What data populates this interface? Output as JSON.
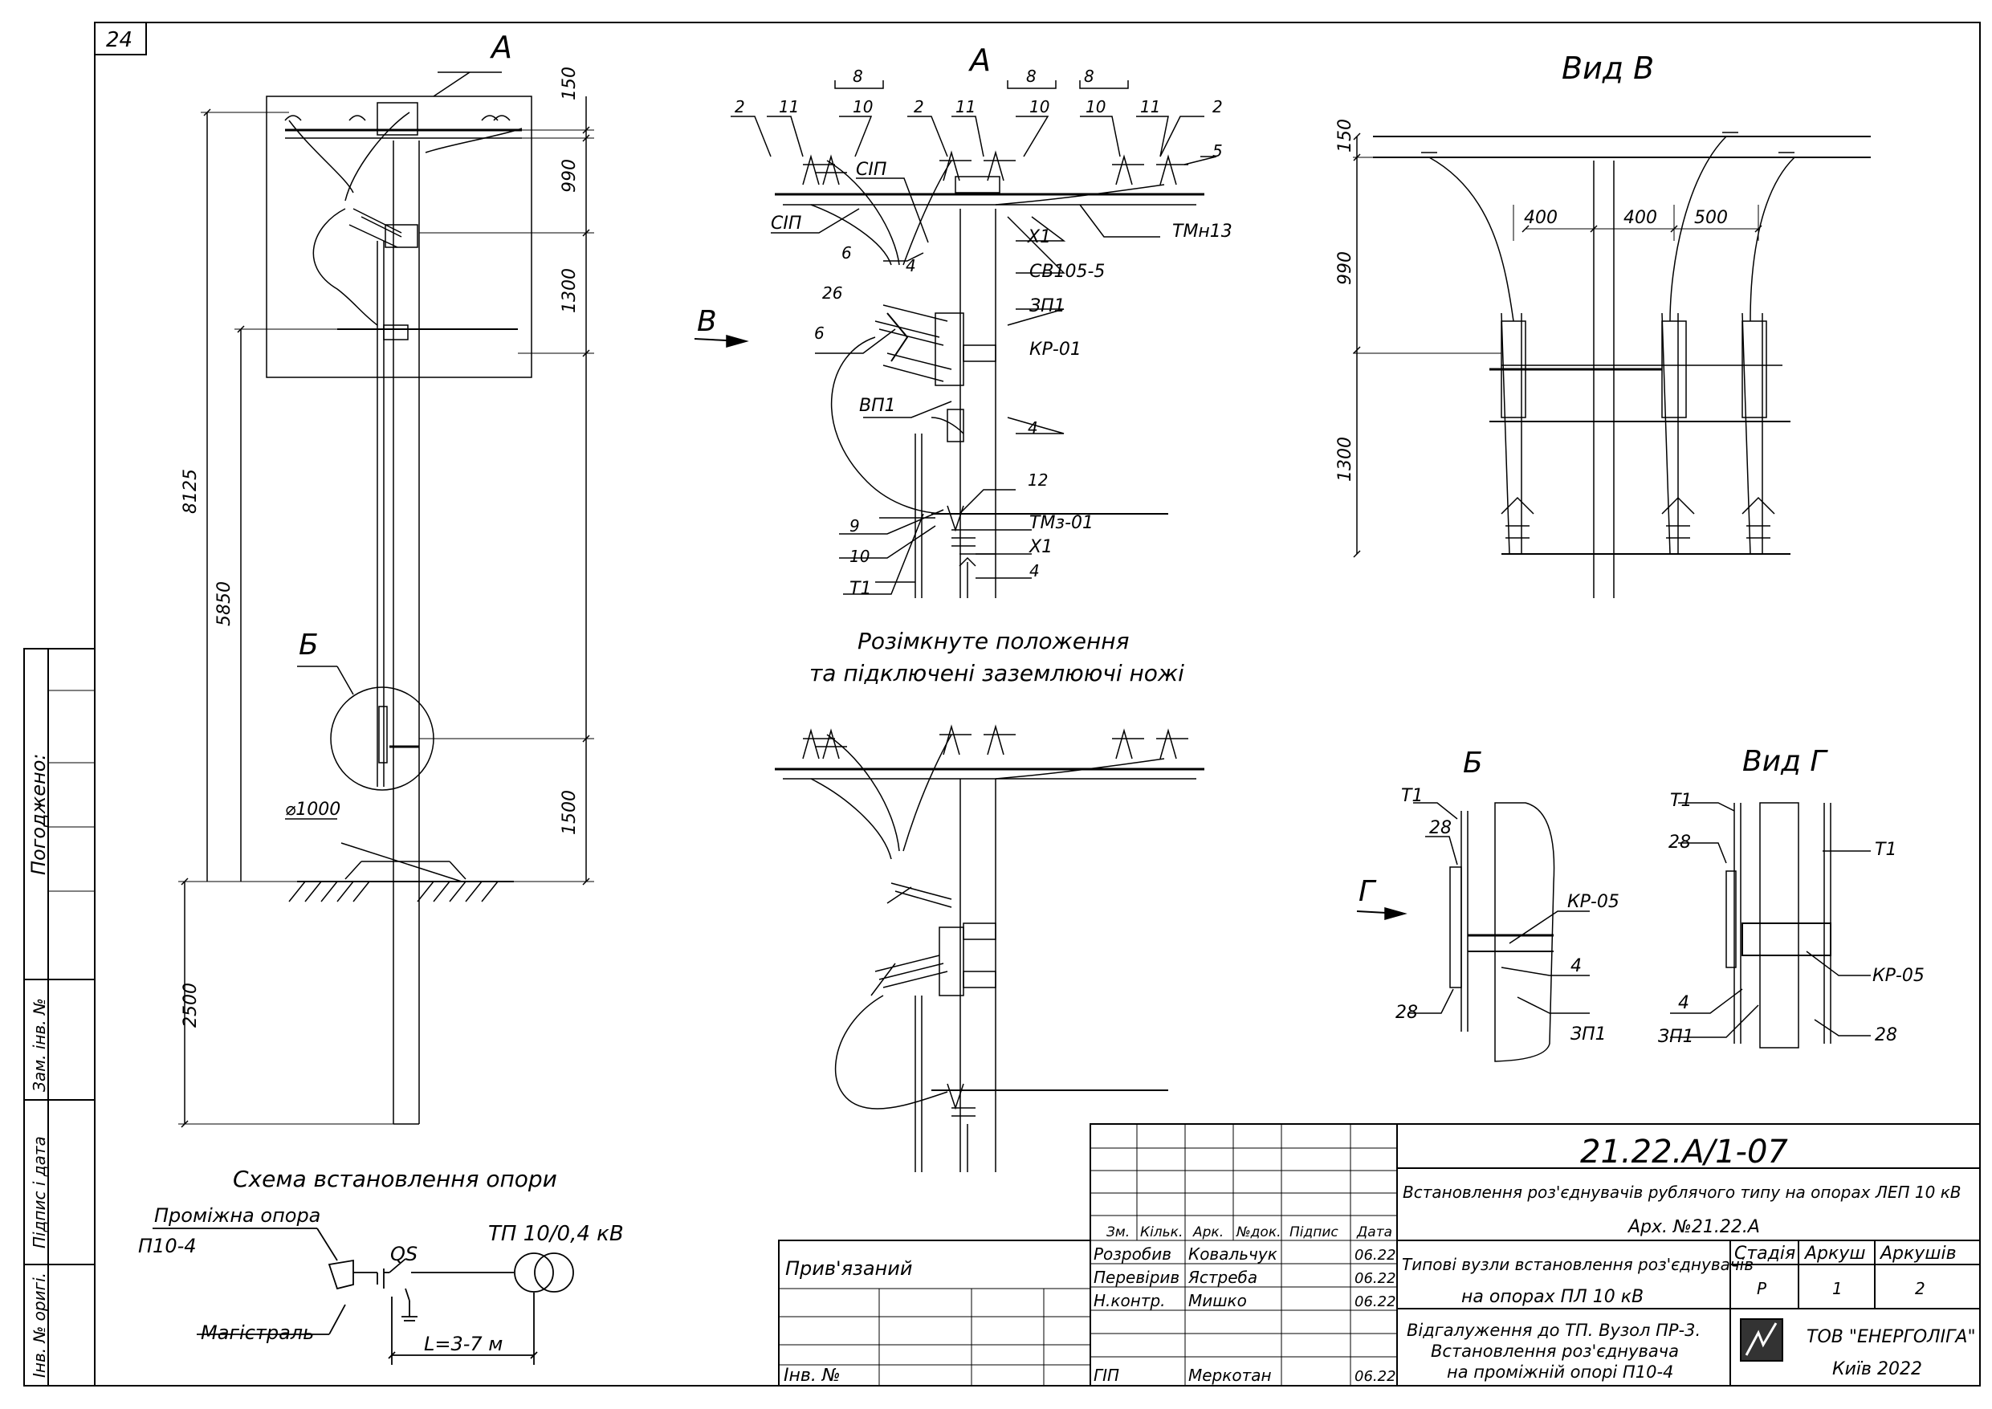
{
  "sheet": {
    "corner_number": "24",
    "title_block": {
      "doc_code": "21.22.А/1-07",
      "project_name": "Встановлення роз'єднувачів рублячого типу на опорах ЛЕП 10 кВ",
      "archive": "Арх. №21.22.А",
      "bound": "Прив'язаний",
      "inv_no": "Інв. №",
      "headers": [
        "Зм.",
        "Кільк.",
        "Арк.",
        "№док.",
        "Підпис",
        "Дата"
      ],
      "roles": [
        {
          "role": "Розробив",
          "name": "Ковальчук",
          "date": "06.22"
        },
        {
          "role": "Перевірив",
          "name": "Ястреба",
          "date": "06.22"
        },
        {
          "role": "Н.контр.",
          "name": "Мишко",
          "date": "06.22"
        },
        {
          "role": "ГІП",
          "name": "Меркотан",
          "date": "06.22"
        }
      ],
      "subtitle_1": "Типові вузли встановлення роз'єднувачів",
      "subtitle_2": "на опорах ПЛ 10 кВ",
      "stage_label": "Стадія",
      "sheet_label": "Аркуш",
      "sheets_label": "Аркушів",
      "stage": "Р",
      "sheet": "1",
      "sheets": "2",
      "sheet_title_1": "Відгалуження до ТП. Вузол ПР-3.",
      "sheet_title_2": "Встановлення роз'єднувача",
      "sheet_title_3": "на проміжній опорі П10-4",
      "company": "ТОВ \"ЕНЕРГОЛІГА\"",
      "city": "Київ 2022"
    },
    "side_labels": {
      "agreed": "Погоджено:",
      "replace_inv": "Зам. інв. №",
      "sign_date": "Підпис і дата",
      "orig_inv": "Інв. № оригі."
    }
  },
  "views": {
    "pole": {
      "label_a": "А",
      "label_b": "Б",
      "dims": [
        "150",
        "990",
        "1300",
        "8125",
        "5850",
        "1500",
        "2500"
      ],
      "diameter": "⌀1000"
    },
    "detail_a": {
      "title": "А",
      "arrow": "В",
      "callouts": [
        "2",
        "11",
        "8",
        "10",
        "2",
        "11",
        "8",
        "10",
        "8",
        "10",
        "11",
        "2",
        "5",
        "СІП",
        "СІП",
        "Х1",
        "ТМн13",
        "6",
        "4",
        "СВ105-5",
        "ЗП1",
        "26",
        "КР-01",
        "6",
        "ВП1",
        "4",
        "12",
        "9",
        "ТМз-01",
        "10",
        "Х1",
        "Т1",
        "4"
      ]
    },
    "open_position": {
      "caption_1": "Розімкнуте положення",
      "caption_2": "та підключені заземлюючі ножі"
    },
    "view_b": {
      "title": "Вид В",
      "dims": [
        "150",
        "990",
        "1300",
        "400",
        "400",
        "500"
      ]
    },
    "detail_b": {
      "title": "Б",
      "arrow": "Г",
      "callouts": [
        "Т1",
        "28",
        "КР-05",
        "28",
        "4",
        "ЗП1"
      ]
    },
    "view_g": {
      "title": "Вид Г",
      "callouts": [
        "Т1",
        "Т1",
        "28",
        "КР-05",
        "4",
        "ЗП1",
        "28"
      ]
    },
    "scheme": {
      "title": "Схема встановлення опори",
      "pole_type_1": "Проміжна опора",
      "pole_type_2": "П10-4",
      "main_line": "Магістраль",
      "switch": "QS",
      "substation": "ТП 10/0,4 кВ",
      "distance": "L=3-7 м"
    }
  }
}
